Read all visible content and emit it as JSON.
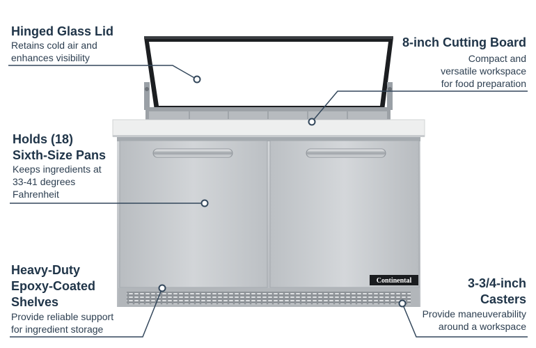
{
  "colors": {
    "heading": "#1f3448",
    "body_text": "#2c3e50",
    "callout_line": "#33475b",
    "steel": "#c9ccd0",
    "counter_top": "#eeefef"
  },
  "product": {
    "brand_logo": "Continental"
  },
  "features": {
    "lid": {
      "title": "Hinged Glass Lid",
      "description": "Retains cold air and\nenhances visibility"
    },
    "cutting_board": {
      "title": "8-inch Cutting Board",
      "description": "Compact and\nversatile workspace\nfor food preparation"
    },
    "pans": {
      "title": "Holds (18)\nSixth-Size Pans",
      "description": "Keeps ingredients at\n33-41 degrees\nFahrenheit"
    },
    "shelves": {
      "title": "Heavy-Duty\nEpoxy-Coated\nShelves",
      "description": "Provide reliable support\nfor ingredient storage"
    },
    "casters": {
      "title": "3-3/4-inch\nCasters",
      "description": "Provide maneuverability\naround a workspace"
    }
  }
}
